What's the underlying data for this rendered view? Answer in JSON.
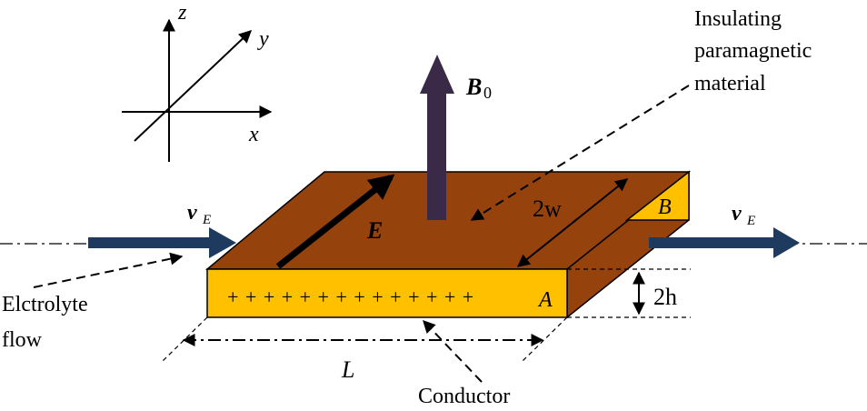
{
  "axes": {
    "z": "z",
    "y": "y",
    "x": "x"
  },
  "labels": {
    "b0_main": "B",
    "b0_sub": "0",
    "e_field": "E",
    "ve_left_main": "v",
    "ve_left_sub": "E",
    "ve_right_main": "v",
    "ve_right_sub": "E",
    "width": "2w",
    "height": "2h",
    "length": "L",
    "face_a": "A",
    "face_b": "B",
    "charges": "+ + + + + + + + + + + + + +"
  },
  "annotations": {
    "insulating_line1": "Insulating",
    "insulating_line2": "paramagnetic",
    "insulating_line3": "material",
    "electrolyte_line1": "Elctrolyte",
    "electrolyte_line2": "flow",
    "conductor": "Conductor"
  },
  "colors": {
    "top_face": "#96420c",
    "front_face": "#ffc000",
    "side_face": "#ffc000",
    "flow_arrow": "#1f3a5f",
    "b0_arrow": "#3a2a48"
  }
}
